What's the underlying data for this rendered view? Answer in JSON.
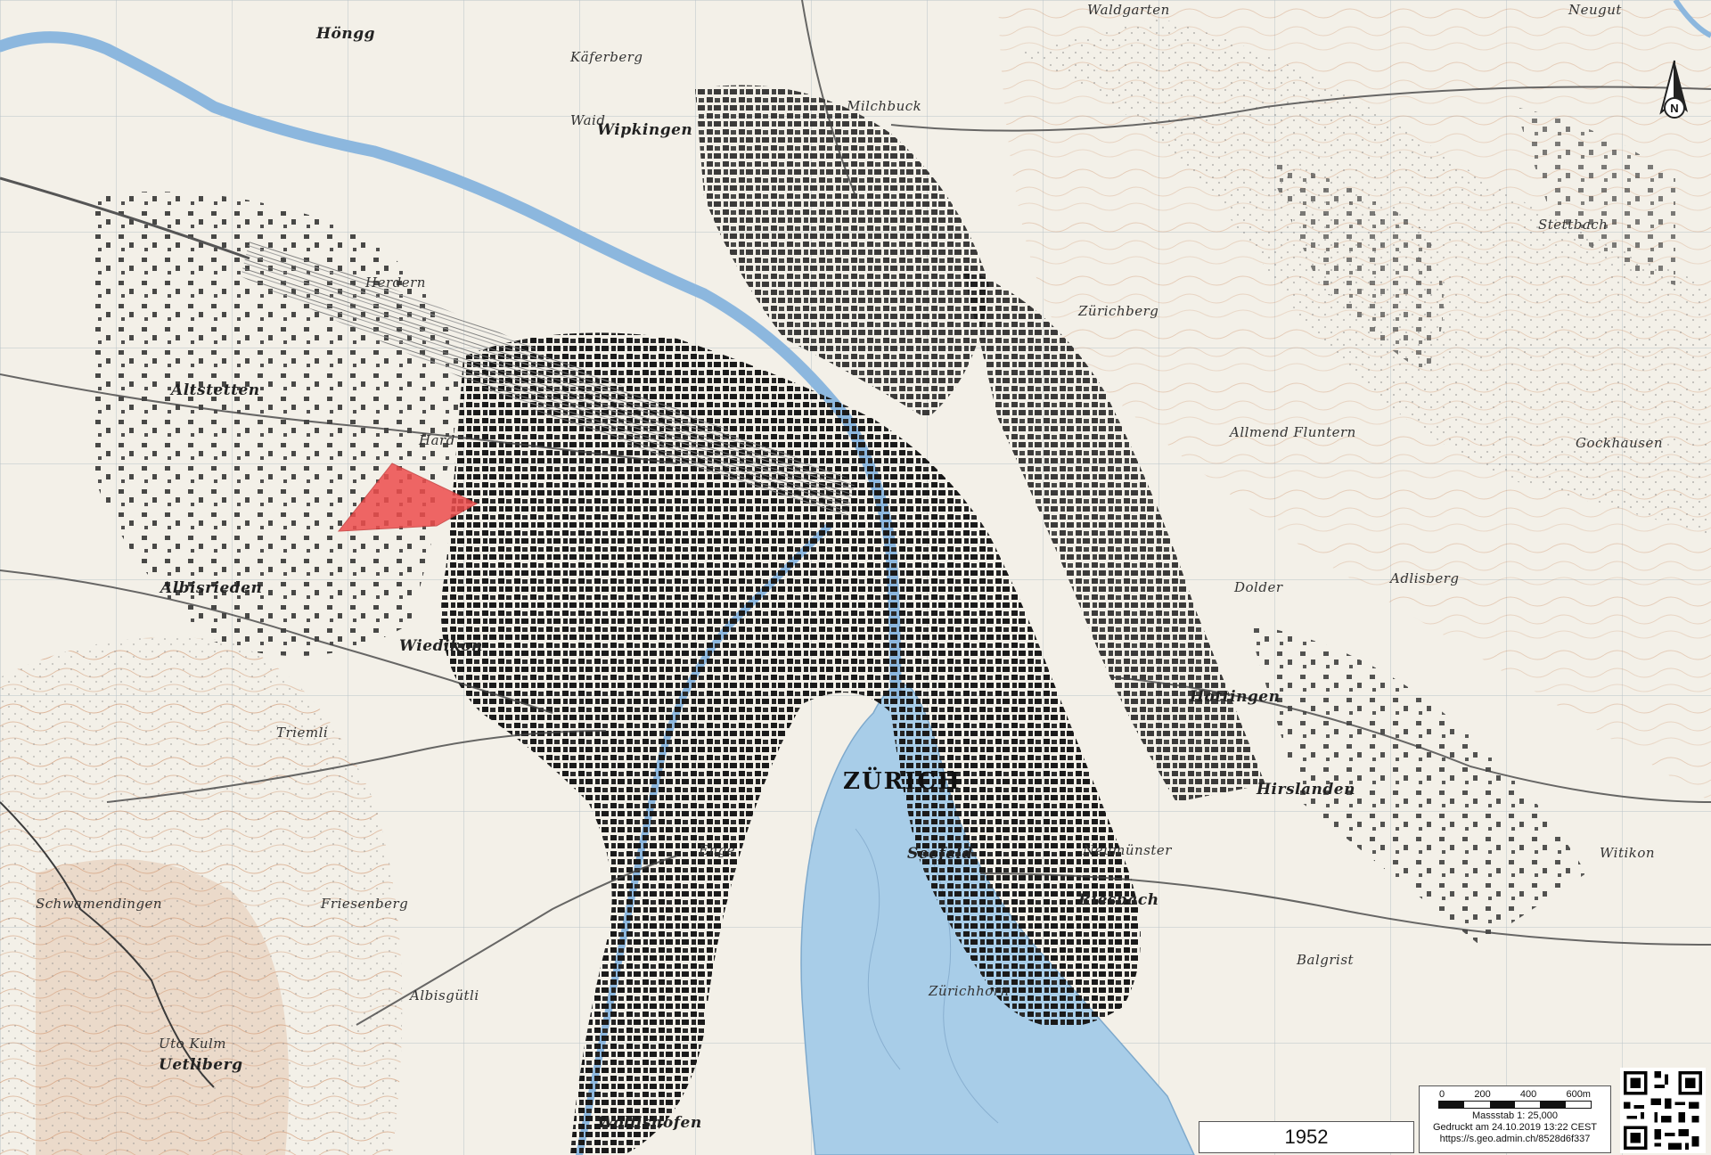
{
  "map": {
    "year": "1952",
    "scale": {
      "ticks": [
        "0",
        "200",
        "400",
        "600m"
      ],
      "ratio_label": "Massstab 1: 25,000",
      "printed": "Gedruckt am 24.10.2019 13:22 CEST",
      "url": "https://s.geo.admin.ch/8528d6f337"
    },
    "north_label": "N",
    "colors": {
      "water": "#a8cde8",
      "river": "#8cb7de",
      "highlight": "#ee4d4d",
      "buildings": "#1a1a1a",
      "terrain": "#c9865a",
      "background": "#f3f0e8"
    },
    "places": [
      "Höngg",
      "Käferberg",
      "Waid",
      "Wipkingen",
      "Milchbuck",
      "Waldgarten",
      "Neugut",
      "Herdern",
      "Altstetten",
      "Hard",
      "Albisrieden",
      "Wiedikon",
      "Triemli",
      "Friesenberg",
      "Albisgütli",
      "Uetliberg",
      "Uto Kulm",
      "Enge",
      "ZÜRICH",
      "Seefeld",
      "Riesbach",
      "Neumünster",
      "Hirslanden",
      "Hottingen",
      "Witikon",
      "Stettbach",
      "Dolder",
      "Zürichberg",
      "Adlisberg",
      "Balgrist",
      "Wollishofen",
      "Zürichhorn",
      "Gockhausen",
      "Schwamendingen",
      "Allmend Fluntern"
    ]
  }
}
